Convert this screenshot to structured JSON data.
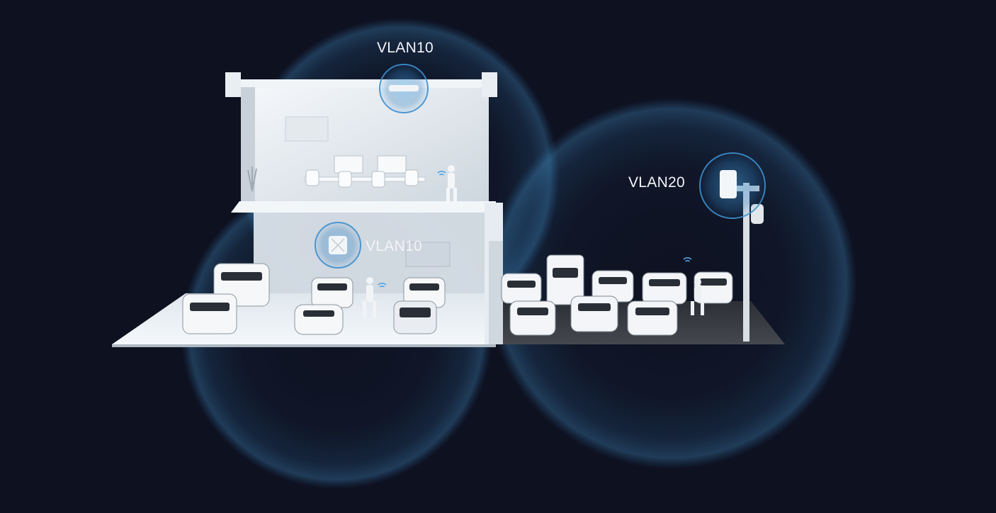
{
  "diagram": {
    "zones": [
      {
        "id": "building-upper-ap",
        "label": "VLAN10",
        "device": "ceiling-access-point"
      },
      {
        "id": "building-lower-ap",
        "label": "VLAN10",
        "device": "wall-access-point"
      },
      {
        "id": "outdoor-ap",
        "label": "VLAN20",
        "device": "outdoor-pole-access-point"
      }
    ]
  },
  "colors": {
    "background": "#0e1120",
    "coverage": "#2f7fc0",
    "floor_indoor": "#eef3f7",
    "floor_outdoor": "#3a3d44",
    "wall": "#dfe6ec"
  }
}
